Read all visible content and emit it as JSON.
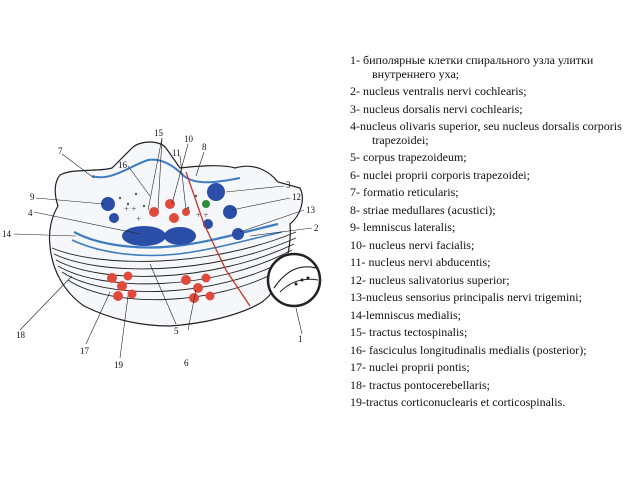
{
  "diagram": {
    "callout_numbers": [
      "1",
      "2",
      "3",
      "4",
      "5",
      "6",
      "7",
      "8",
      "9",
      "10",
      "11",
      "12",
      "13",
      "14",
      "15",
      "16",
      "17",
      "18",
      "19"
    ],
    "colors": {
      "outline": "#222222",
      "nucleus_blue": "#2b4fa8",
      "nucleus_red": "#e04a3c",
      "nucleus_green": "#2e8b3a",
      "tract_blue": "#3e7cc4",
      "fill_light": "#e8edf5"
    }
  },
  "legend": {
    "items": [
      "1- биполярные клетки спирального узла улитки внутреннего уха;",
      "2- nucleus ventralis nervi cochlearis;",
      "3- nucleus dorsalis nervi cochlearis;",
      "4-nucleus olivaris superior, seu nucleus dorsalis corporis trapezoidei;",
      "5- corpus trapezoideum;",
      "6- nuclei proprii corporis trapezoidei;",
      "7- formatio reticularis;",
      "8- striae medullares (acustici);",
      "9- lemniscus lateralis;",
      "10- nucleus nervi facialis;",
      "11- nucleus nervi abducentis;",
      "12- nucleus salivatorius superior;",
      "13-nucleus sensorius principalis nervi trigemini;",
      "14-lemniscus medialis;",
      "15- tractus tectospinalis;",
      "16- fasciculus longitudinalis medialis (posterior);",
      "17- nuclei proprii pontis;",
      "18- tractus pontocerebellaris;",
      "19-tractus corticonuclearis et corticospinalis."
    ]
  }
}
